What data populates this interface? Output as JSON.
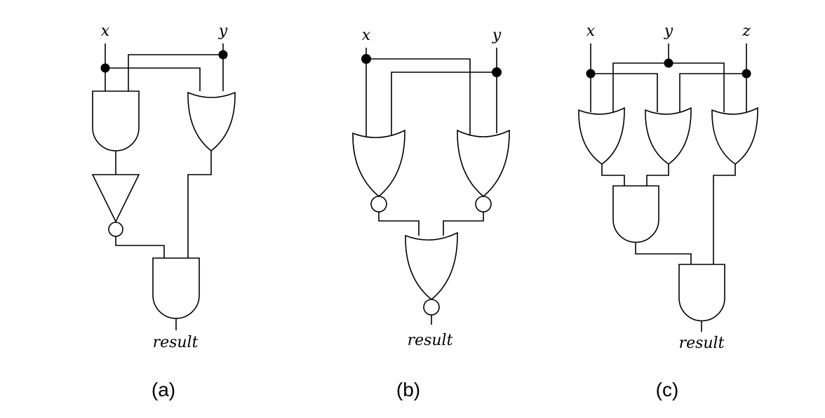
{
  "panels": {
    "a": {
      "caption": "(a)",
      "inputs": [
        "x",
        "y"
      ],
      "output": "result"
    },
    "b": {
      "caption": "(b)",
      "inputs": [
        "x",
        "y"
      ],
      "output": "result"
    },
    "c": {
      "caption": "(c)",
      "inputs": [
        "x",
        "y",
        "z"
      ],
      "output": "result"
    }
  }
}
